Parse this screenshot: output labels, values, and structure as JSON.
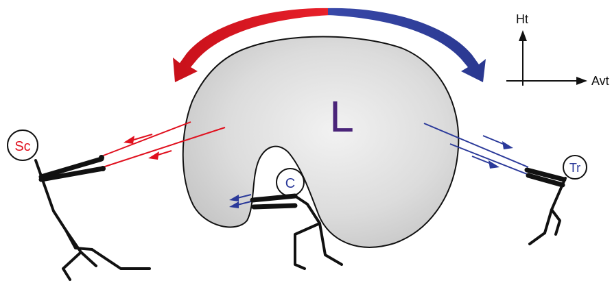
{
  "diagram": {
    "center_label": "L",
    "figures": {
      "left": "Sc",
      "center": "C",
      "right": "Tr"
    },
    "axes": {
      "vertical": "Ht",
      "horizontal": "Avt"
    },
    "colors": {
      "red": "#e0101e",
      "blue": "#2b3a9a",
      "purple": "#4a2479",
      "body_fill": "#d9d9d9",
      "outline": "#111111"
    }
  }
}
